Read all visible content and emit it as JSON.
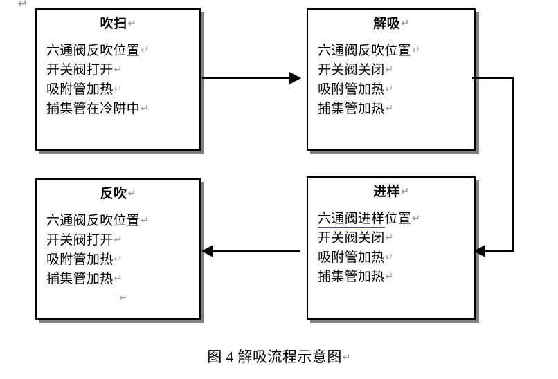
{
  "figure": {
    "paragraph_mark": "↵",
    "stray_mark": "↵",
    "caption": "图 4 解吸流程示意图"
  },
  "nodes": [
    {
      "id": "purge",
      "title": "吹扫",
      "lines": [
        {
          "text": "六通阀反吹位置",
          "marked": false
        },
        {
          "text": "开关阀打开",
          "marked": false
        },
        {
          "text": "吸附管加热",
          "marked": false
        },
        {
          "text": "捕集管在冷阱中",
          "marked": false
        }
      ]
    },
    {
      "id": "desorb",
      "title": "解吸",
      "lines": [
        {
          "text": "六通阀反吹位置",
          "marked": false
        },
        {
          "text": "开关阀关闭",
          "marked": false
        },
        {
          "text": "吸附管加热",
          "marked": false
        },
        {
          "text": "捕集管加热",
          "marked": false
        }
      ]
    },
    {
      "id": "backflush",
      "title": "反吹",
      "lines": [
        {
          "text": "六通阀反吹位置",
          "marked": false
        },
        {
          "text": "开关阀打开",
          "marked": false
        },
        {
          "text": "吸附管加热",
          "marked": false
        },
        {
          "text": "捕集管加热",
          "marked": false
        },
        {
          "text": "",
          "marked": false
        }
      ]
    },
    {
      "id": "inject",
      "title": "进样",
      "lines": [
        {
          "text": "六通阀进样",
          "tail": "位置",
          "marked": true
        },
        {
          "text": "开关阀关闭",
          "marked": false
        },
        {
          "text": "吸附管加热",
          "marked": false
        },
        {
          "text": "捕集管加热",
          "marked": false
        }
      ]
    }
  ],
  "connectors": [
    {
      "id": "purge-to-desorb",
      "from": "吹扫",
      "to": "解吸",
      "direction": "right"
    },
    {
      "id": "desorb-to-inject",
      "from": "解吸",
      "to": "进样",
      "direction": "elbow-right-down-left"
    },
    {
      "id": "inject-to-backflush",
      "from": "进样",
      "to": "反吹",
      "direction": "left"
    }
  ],
  "colors": {
    "border": "#000000",
    "shadow": "#808080",
    "paragraph_mark": "#9a9a9a",
    "spellcheck_underline": "#4a5a86",
    "background": "#ffffff"
  },
  "text": {
    "purge": {
      "title": "吹扫",
      "l0": "六通阀反吹位置",
      "l1": "开关阀打开",
      "l2": "吸附管加热",
      "l3": "捕集管在冷阱中"
    },
    "desorb": {
      "title": "解吸",
      "l0": "六通阀反吹位置",
      "l1": "开关阀关闭",
      "l2": "吸附管加热",
      "l3": "捕集管加热"
    },
    "backflush": {
      "title": "反吹",
      "l0": "六通阀反吹位置",
      "l1": "开关阀打开",
      "l2": "吸附管加热",
      "l3": "捕集管加热"
    },
    "inject": {
      "title": "进样",
      "l0a": "六通阀进样",
      "l0b": "位置",
      "l1": "开关阀关闭",
      "l2": "吸附管加热",
      "l3": "捕集管加热"
    }
  }
}
